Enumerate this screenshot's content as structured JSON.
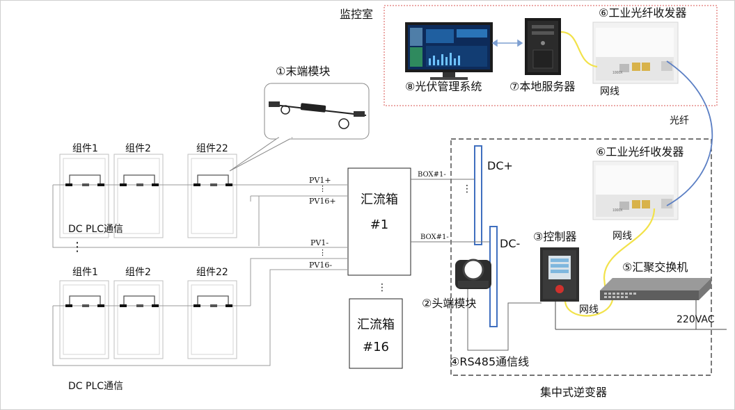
{
  "room": {
    "monitor_label": "监控室",
    "inverter_label": "集中式逆变器"
  },
  "modules": {
    "m1": "①末端模块",
    "m2": "②头端模块",
    "m3": "③控制器",
    "m4": "④RS485通信线",
    "m5": "⑤汇聚交换机",
    "m6a": "⑥工业光纤收发器",
    "m6b": "⑥工业光纤收发器",
    "m7": "⑦本地服务器",
    "m8": "⑧光伏管理系统"
  },
  "cables": {
    "fiber": "光纤",
    "net1": "网线",
    "net2": "网线",
    "net3": "网线",
    "ac": "220VAC"
  },
  "arrays": {
    "top": {
      "labels": [
        "组件1",
        "组件2",
        "组件22"
      ],
      "plc": "DC PLC通信"
    },
    "bottom": {
      "labels": [
        "组件1",
        "组件2",
        "组件22"
      ],
      "plc": "DC PLC通信"
    }
  },
  "pv": {
    "pv1p": "PV1+",
    "pv16p": "PV16+",
    "pv1m": "PV1-",
    "pv16m": "PV16-",
    "dots1": "⋮",
    "dots2": "⋮",
    "dots3": "⋮",
    "dots4": "⋮",
    "dots5": "⋮"
  },
  "combiner": {
    "box1_line1": "汇流箱",
    "box1_line2": "#1",
    "box16_line1": "汇流箱",
    "box16_line2": "#16"
  },
  "bus": {
    "dcp": "DC+",
    "dcm": "DC-",
    "box_p": "BOX#1-",
    "box_m": "BOX#1-"
  },
  "colors": {
    "frame_red": "#d9534f",
    "bus_blue": "#3f6fbf",
    "fiber_blue": "#5b7fc4",
    "net_yellow": "#f2e24a"
  }
}
